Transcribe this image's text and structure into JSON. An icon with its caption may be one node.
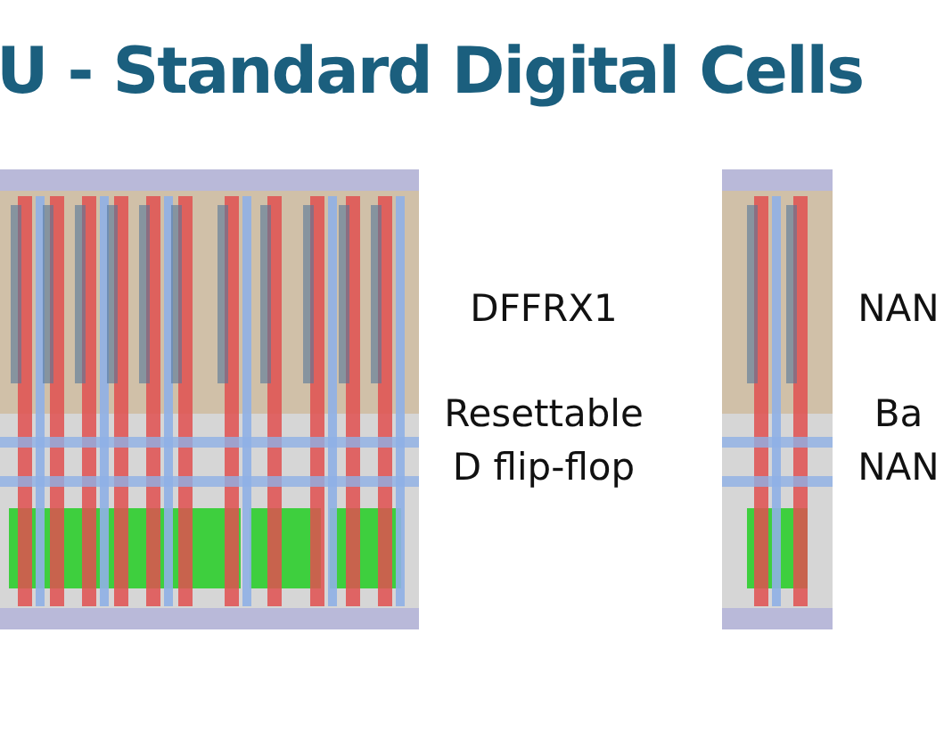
{
  "diagram": {
    "title": "U - Standard Digital Cells",
    "labels": [
      "DFFRX1",
      "Resettable D flip-flop",
      "NAN",
      "Ba NAN"
    ]
  }
}
